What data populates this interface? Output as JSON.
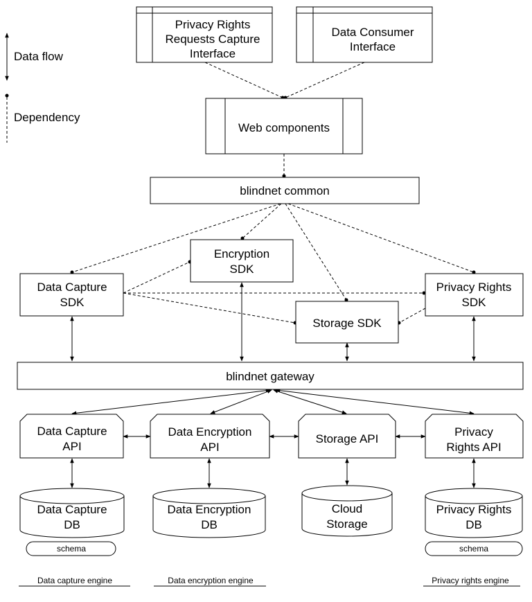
{
  "legend": {
    "data_flow": "Data flow",
    "dependency": "Dependency"
  },
  "interfaces": {
    "privacy_rights_capture": [
      "Privacy Rights",
      "Requests Capture",
      "Interface"
    ],
    "data_consumer": [
      "Data Consumer",
      "Interface"
    ]
  },
  "web_components": "Web components",
  "blindnet_common": "blindnet common",
  "sdks": {
    "encryption": [
      "Encryption",
      "SDK"
    ],
    "data_capture": [
      "Data Capture",
      "SDK"
    ],
    "privacy_rights": [
      "Privacy Rights",
      "SDK"
    ],
    "storage": [
      "Storage SDK"
    ]
  },
  "blindnet_gateway": "blindnet gateway",
  "apis": {
    "data_capture": [
      "Data Capture",
      "API"
    ],
    "data_encryption": [
      "Data Encryption",
      "API"
    ],
    "storage": [
      "Storage API"
    ],
    "privacy_rights": [
      "Privacy",
      "Rights API"
    ]
  },
  "databases": {
    "data_capture": [
      "Data Capture",
      "DB"
    ],
    "data_encryption": [
      "Data Encryption",
      "DB"
    ],
    "cloud_storage": [
      "Cloud",
      "Storage"
    ],
    "privacy_rights": [
      "Privacy Rights",
      "DB"
    ]
  },
  "schema_labels": {
    "data_capture": "schema",
    "privacy_rights": "schema"
  },
  "engines": {
    "data_capture": "Data capture engine",
    "data_encryption": "Data encryption engine",
    "privacy_rights": "Privacy rights engine"
  }
}
